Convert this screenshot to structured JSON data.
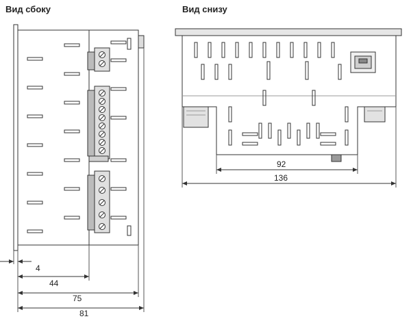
{
  "titles": {
    "side": "Вид сбоку",
    "bottom": "Вид снизу"
  },
  "dimensions": {
    "d4": "4",
    "d44": "44",
    "d75": "75",
    "d81": "81",
    "d92": "92",
    "d136": "136"
  },
  "colors": {
    "line": "#333333",
    "fill_light": "#f4f4f4",
    "terminal_fill": "#cfcfcf",
    "terminal_dark": "#9a9a9a",
    "panel": "#dcdcdc"
  }
}
